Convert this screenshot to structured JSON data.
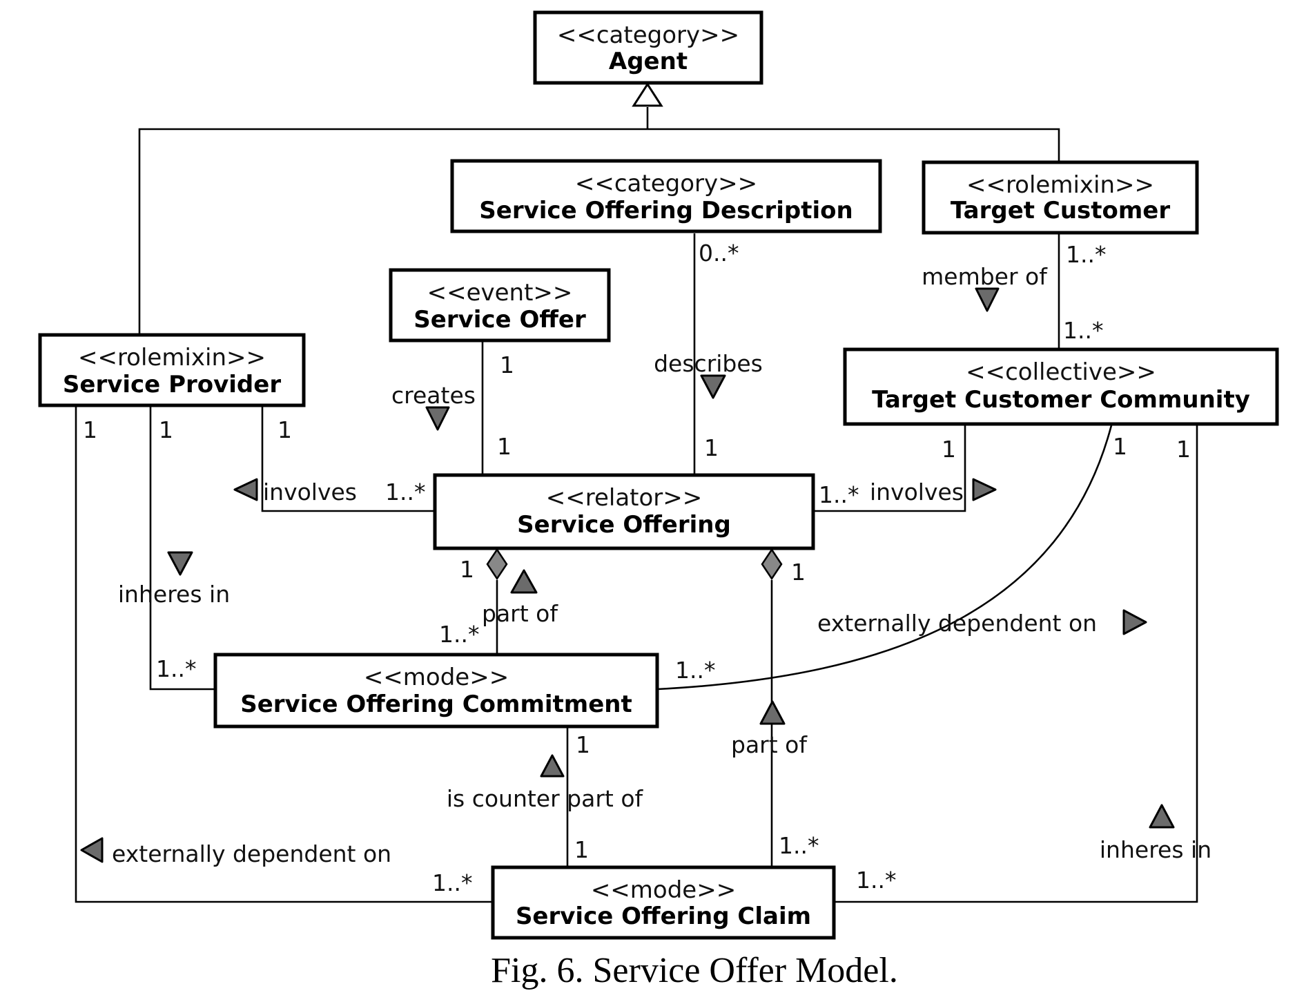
{
  "classes": {
    "agent": {
      "stereotype": "<<category>>",
      "name": "Agent"
    },
    "service_offering_description": {
      "stereotype": "<<category>>",
      "name": "Service Offering Description"
    },
    "target_customer": {
      "stereotype": "<<rolemixin>>",
      "name": "Target Customer"
    },
    "service_offer": {
      "stereotype": "<<event>>",
      "name": "Service Offer"
    },
    "service_provider": {
      "stereotype": "<<rolemixin>>",
      "name": "Service Provider"
    },
    "target_customer_community": {
      "stereotype": "<<collective>>",
      "name": "Target Customer Community"
    },
    "service_offering": {
      "stereotype": "<<relator>>",
      "name": "Service Offering"
    },
    "service_offering_commitment": {
      "stereotype": "<<mode>>",
      "name": "Service Offering Commitment"
    },
    "service_offering_claim": {
      "stereotype": "<<mode>>",
      "name": "Service Offering Claim"
    }
  },
  "relations": {
    "describes": "describes",
    "member_of": "member of",
    "creates": "creates",
    "involves_provider": "involves",
    "involves_community": "involves",
    "inheres_in_commitment": "inheres in",
    "part_of_commitment": "part of",
    "externally_dependent_on_community": "externally dependent on",
    "part_of_claim": "part of",
    "is_counter_part_of": "is counter part of",
    "externally_dependent_on_provider": "externally dependent on",
    "inheres_in_claim": "inheres in"
  },
  "multiplicities": {
    "describes_top": "0..*",
    "describes_bottom": "1",
    "member_top": "1..*",
    "member_bottom": "1..*",
    "creates_top": "1",
    "creates_bottom": "1",
    "provider_left": "1",
    "provider_mid": "1",
    "provider_right": "1",
    "involves_provider_end": "1..*",
    "involves_community_end": "1..*",
    "community_involves": "1",
    "community_ext": "1",
    "community_inheres": "1",
    "offering_commitment_top": "1",
    "offering_commitment_bottom": "1..*",
    "offering_claim_top": "1",
    "commitment_inheres": "1..*",
    "commitment_ext": "1..*",
    "commitment_counter": "1",
    "claim_counter": "1",
    "claim_part": "1..*",
    "claim_provider": "1..*",
    "claim_community": "1..*"
  },
  "caption": "Fig. 6. Service Offer Model."
}
